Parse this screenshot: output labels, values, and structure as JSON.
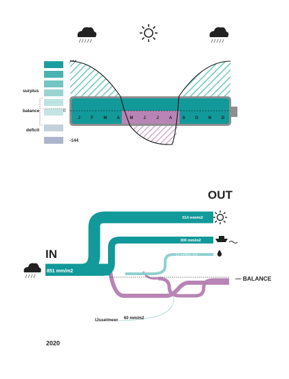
{
  "icons": {
    "top_left": "cloud-rain-icon",
    "top_center": "sun-icon",
    "top_right": "cloud-rain-icon",
    "out_sun": "sun-icon",
    "out_boat": "boat-icon",
    "out_drop": "water-drop-icon",
    "in_cloud": "cloud-rain-icon"
  },
  "colors": {
    "teal": "#12999a",
    "teal_light": "#8fd0cf",
    "pink": "#b884b5",
    "grey": "#8c8c8c"
  },
  "legend": {
    "swatches": [
      "#1a9ea0",
      "#48b3b2",
      "#72c6c4",
      "#9ad4d1",
      "#bde4e1",
      "#c6e3e4",
      "#c3d1dc",
      "#adb4cb"
    ],
    "max_label": "291",
    "surplus_label": "surplus",
    "balance_label": "balance",
    "zero_label": "0",
    "deficit_label": "deficit",
    "min_label": "-144"
  },
  "months": [
    "J",
    "F",
    "M",
    "A",
    "M",
    "J",
    "J",
    "A",
    "S",
    "O",
    "N",
    "D"
  ],
  "sankey": {
    "title_in": "IN",
    "title_out": "OUT",
    "in_value": "851 mm/m2",
    "out_evap": "514 mm/m2",
    "out_drain": "300 mm/m2",
    "out_other": "12 million m3",
    "ijsselmeer_label": "IJsselmeer",
    "ijsselmeer_value": "60 mm/m2",
    "balance_label": "— BALANCE"
  },
  "year": "2020"
}
